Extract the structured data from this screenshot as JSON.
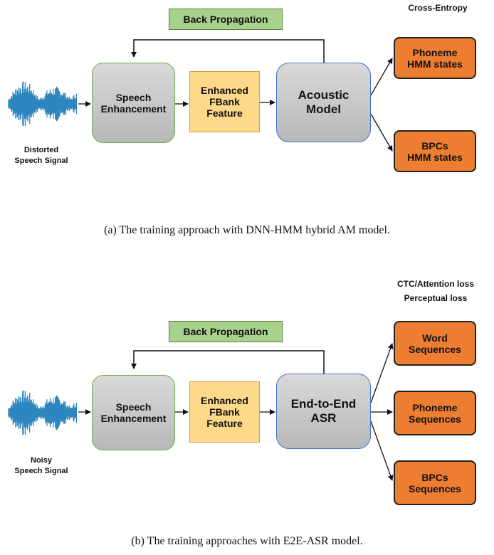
{
  "colors": {
    "backprop_fill": "#a9d18e",
    "enhancement_fill": "#c8c8c8",
    "fbank_fill": "#ffd98a",
    "output_fill": "#ed7d31",
    "waveform": "#2e86c1",
    "enhancement_border": "#70ad47",
    "model_border": "#4472c4"
  },
  "top": {
    "loss_label": "Cross-Entropy",
    "back_propagation": "Back Propagation",
    "speech_enhancement": [
      "Speech",
      "Enhancement"
    ],
    "fbank": [
      "Enhanced",
      "FBank",
      "Feature"
    ],
    "model": [
      "Acoustic",
      "Model"
    ],
    "outputs": [
      [
        "Phoneme",
        "HMM states"
      ],
      [
        "BPCs",
        "HMM states"
      ]
    ],
    "input_label": [
      "Distorted",
      "Speech Signal"
    ],
    "caption": "(a) The training approach with DNN-HMM hybrid AM model."
  },
  "bottom": {
    "loss_label": [
      "CTC/Attention loss",
      "Perceptual loss"
    ],
    "back_propagation": "Back Propagation",
    "speech_enhancement": [
      "Speech",
      "Enhancement"
    ],
    "fbank": [
      "Enhanced",
      "FBank",
      "Feature"
    ],
    "model": [
      "End-to-End",
      "ASR"
    ],
    "outputs": [
      [
        "Word",
        "Sequences"
      ],
      [
        "Phoneme",
        "Sequences"
      ],
      [
        "BPCs",
        "Sequences"
      ]
    ],
    "input_label": [
      "Noisy",
      "Speech Signal"
    ],
    "caption": "(b) The training approaches with E2E-ASR model."
  }
}
